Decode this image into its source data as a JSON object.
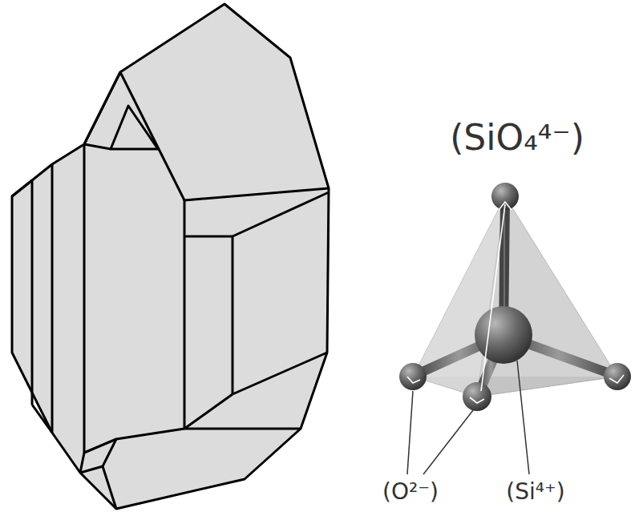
{
  "diagram": {
    "labels": [
      "(SiO₄⁴⁻)",
      "(O²⁻)",
      "(Si⁴⁺)"
    ]
  }
}
